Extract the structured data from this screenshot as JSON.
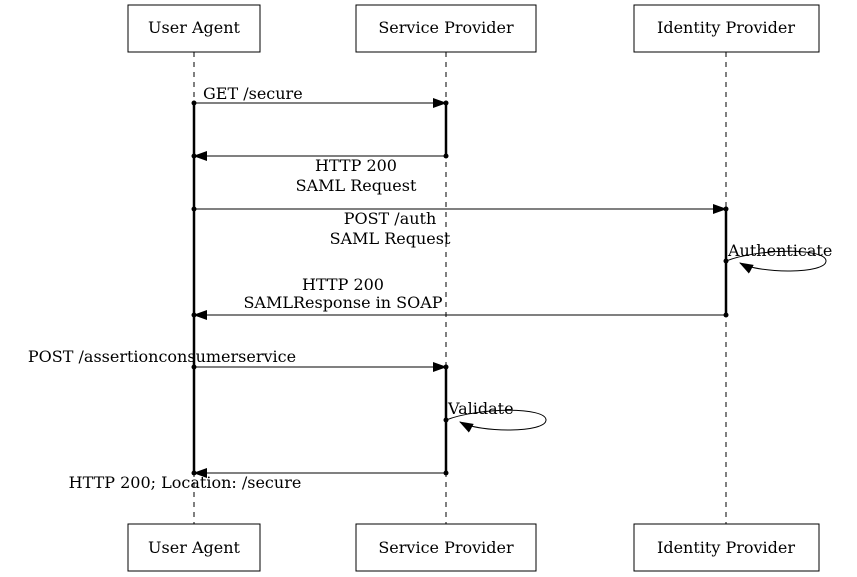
{
  "participants": [
    {
      "id": "ua",
      "label": "User Agent"
    },
    {
      "id": "sp",
      "label": "Service Provider"
    },
    {
      "id": "idp",
      "label": "Identity Provider"
    }
  ],
  "messages": [
    {
      "id": "get-secure",
      "from": "ua",
      "to": "sp",
      "lines": [
        "GET /secure"
      ]
    },
    {
      "id": "saml-request-response",
      "from": "sp",
      "to": "ua",
      "lines": [
        "HTTP 200",
        "SAML Request"
      ]
    },
    {
      "id": "post-auth",
      "from": "ua",
      "to": "idp",
      "lines": [
        "POST /auth",
        "SAML Request"
      ]
    },
    {
      "id": "authenticate",
      "from": "idp",
      "to": "idp",
      "lines": [
        "Authenticate"
      ]
    },
    {
      "id": "saml-response",
      "from": "idp",
      "to": "ua",
      "lines": [
        "HTTP 200",
        "SAMLResponse in SOAP"
      ]
    },
    {
      "id": "post-acs",
      "from": "ua",
      "to": "sp",
      "lines": [
        "POST /assertionconsumerservice"
      ]
    },
    {
      "id": "validate",
      "from": "sp",
      "to": "sp",
      "lines": [
        "Validate"
      ]
    },
    {
      "id": "redirect-secure",
      "from": "sp",
      "to": "ua",
      "lines": [
        "HTTP 200; Location: /secure"
      ]
    }
  ]
}
